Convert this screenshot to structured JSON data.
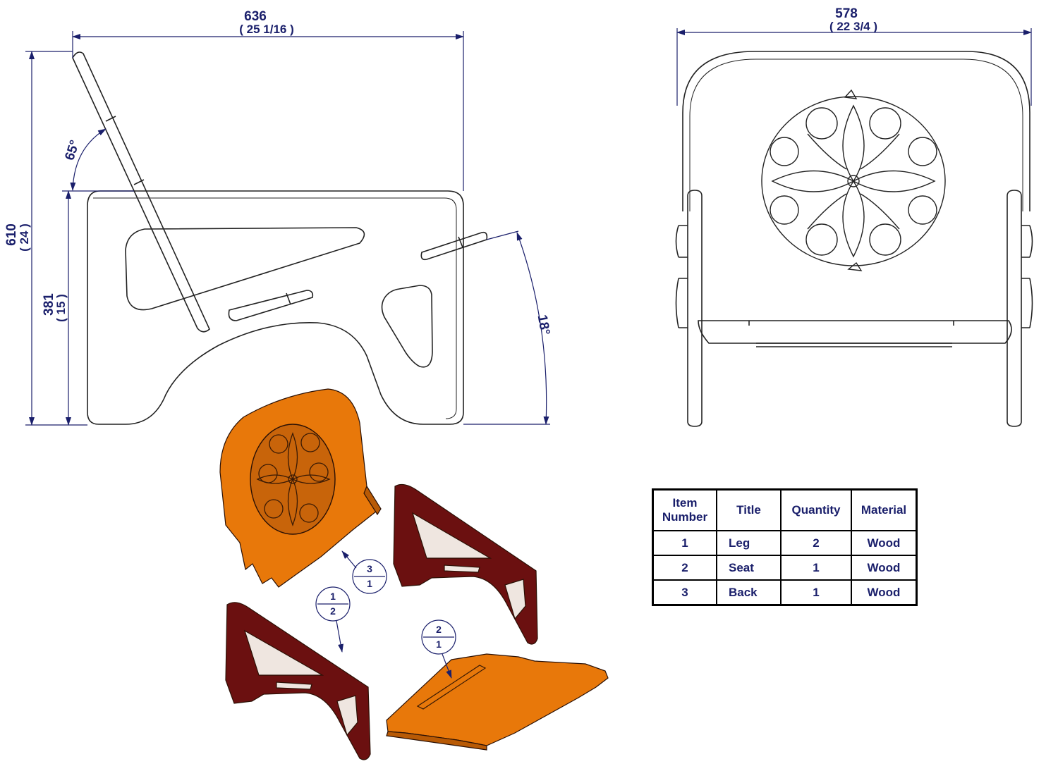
{
  "side_view": {
    "overall_width_mm": "636",
    "overall_width_in": "( 25 1/16 )",
    "overall_height_mm": "610",
    "overall_height_in": "( 24 )",
    "seat_height_mm": "381",
    "seat_height_in": "( 15 )",
    "back_angle": "65°",
    "seat_angle": "18°"
  },
  "front_view": {
    "overall_width_mm": "578",
    "overall_width_in": "( 22 3/4 )"
  },
  "balloons": [
    {
      "item": "3",
      "qty": "1"
    },
    {
      "item": "1",
      "qty": "2"
    },
    {
      "item": "2",
      "qty": "1"
    }
  ],
  "bom": {
    "headers": [
      "Item Number",
      "Title",
      "Quantity",
      "Material"
    ],
    "rows": [
      [
        "1",
        "Leg",
        "2",
        "Wood"
      ],
      [
        "2",
        "Seat",
        "1",
        "Wood"
      ],
      [
        "3",
        "Back",
        "1",
        "Wood"
      ]
    ]
  },
  "colors": {
    "dimension": "#1a1f6b",
    "leg": "#6b1010",
    "seat_back": "#e8780a"
  }
}
